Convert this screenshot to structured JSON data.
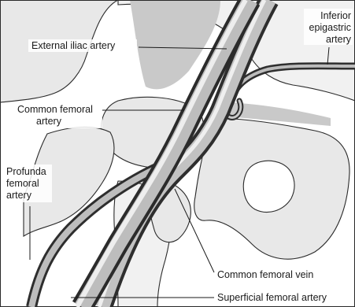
{
  "labels": {
    "external_iliac_artery": "External iliac artery",
    "inferior_epigastric_artery": [
      "Inferior",
      "epigastric",
      "artery"
    ],
    "common_femoral_artery": [
      "Common femoral",
      "artery"
    ],
    "profunda_femoral_artery": [
      "Profunda",
      "femoral",
      "artery"
    ],
    "common_femoral_vein": "Common femoral vein",
    "superficial_femoral_artery": "Superficial femoral artery"
  },
  "colors": {
    "vessel_dark": "#3c3c3c",
    "vessel_light": "#bdbdbd",
    "bone_fill": "#e8e8e8",
    "outline": "#2a2a2a"
  }
}
